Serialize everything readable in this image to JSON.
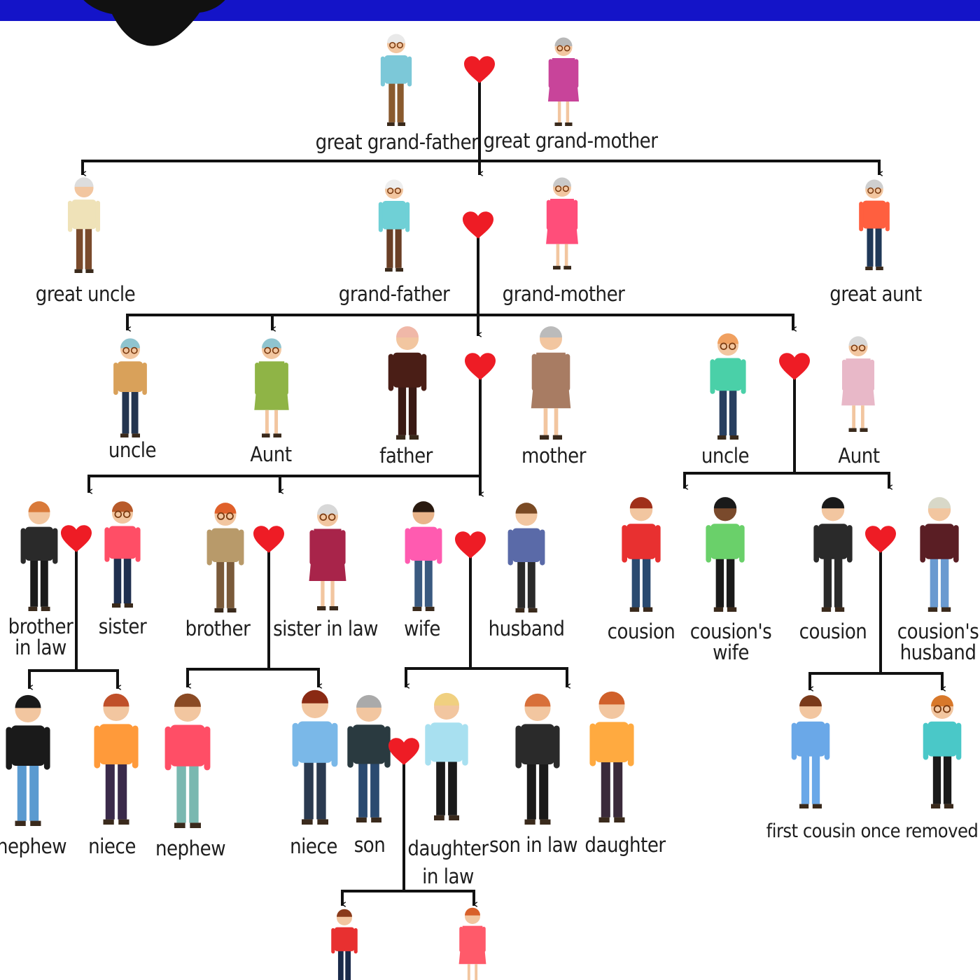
{
  "colors": {
    "banner": "#1414c8",
    "line": "#111111",
    "heart": "#ee1c25",
    "label": "#1e1e1e"
  },
  "generations": {
    "great_grandparents": {
      "great_grandfather": "great grand-father",
      "great_grandmother": "great grand-mother"
    },
    "grandparents": {
      "great_uncle": "great uncle",
      "grandfather": "grand-father",
      "grandmother": "grand-mother",
      "great_aunt": "great aunt"
    },
    "parents": {
      "uncle_left": "uncle",
      "aunt_left": "Aunt",
      "father": "father",
      "mother": "mother",
      "uncle_right": "uncle",
      "aunt_right": "Aunt"
    },
    "self_generation": {
      "brother_in_law": "brother\nin law",
      "sister": "sister",
      "brother": "brother",
      "sister_in_law": "sister in law",
      "wife": "wife",
      "husband": "husband",
      "cousin_1": "cousion",
      "cousins_wife": "cousion's\nwife",
      "cousin_2": "cousion",
      "cousins_husband": "cousion's\nhusband"
    },
    "children": {
      "nephew_1": "nephew",
      "niece_1": "niece",
      "nephew_2": "nephew",
      "niece_2": "niece",
      "son": "son",
      "daughter_in_law": "daughter\nin law",
      "son_in_law": "son in law",
      "daughter": "daughter",
      "first_cousin_once_removed": "first cousin once removed"
    }
  }
}
